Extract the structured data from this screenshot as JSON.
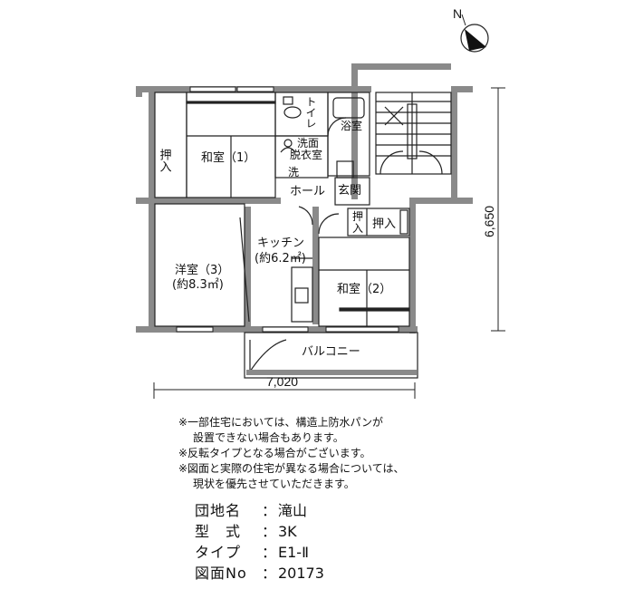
{
  "rooms": {
    "oshiire_left": "押入",
    "washitsu1": "和室（1）",
    "toilet": "トイレ",
    "senmen": "洗面\n脱衣室",
    "sen": "洗",
    "bath": "浴室",
    "hall": "ホール",
    "genkan": "玄関",
    "oshiire_small": "押\n入",
    "oshiire_right": "押入",
    "kitchen": "キッチン",
    "kitchen_area": "(約6.2㎡)",
    "youshitsu3": "洋室（3）",
    "youshitsu3_area": "(約8.3㎡)",
    "washitsu2": "和室（2）",
    "balcony": "バルコニー"
  },
  "dimensions": {
    "width": "7,020",
    "height": "6,650"
  },
  "compass": {
    "label": "N",
    "icon": "north-arrow-icon"
  },
  "notes": [
    "※一部住宅においては、構造上防水パンが",
    "設置できない場合もあります。",
    "※反転タイプとなる場合がございます。",
    "※図面と実際の住宅が異なる場合については、",
    "現状を優先させていただきます。"
  ],
  "info": [
    {
      "key": "団地名",
      "value": "滝山"
    },
    {
      "key": "型　式",
      "value": "3K"
    },
    {
      "key": "タイプ",
      "value": "E1-Ⅱ"
    },
    {
      "key": "図面No",
      "value": "20173"
    }
  ],
  "colors": {
    "wall": "#8a8a8a",
    "line": "#222222",
    "floor_hatch": "#444444"
  }
}
